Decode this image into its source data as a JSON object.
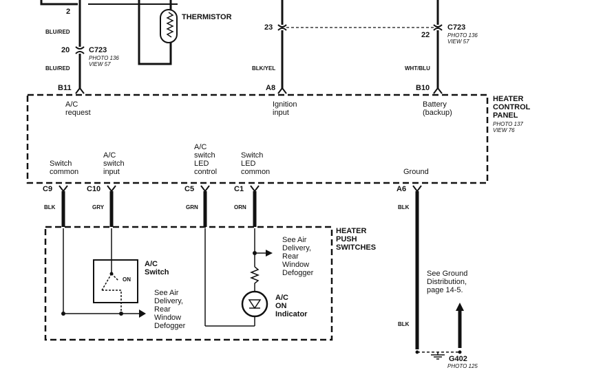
{
  "top": {
    "thermistor": "THERMISTOR",
    "pin_2": "2",
    "wire_blu_red_1": "BLU/RED",
    "pin_20": "20",
    "c723_left": "C723",
    "photo_136_left": "PHOTO 136",
    "view_57_left": "VIEW 57",
    "wire_blu_red_2": "BLU/RED",
    "pin_23": "23",
    "pin_22": "22",
    "c723_right": "C723",
    "photo_136_right": "PHOTO 136",
    "view_57_right": "VIEW 57",
    "wire_blk_yel": "BLK/YEL",
    "wire_wht_blu": "WHT/BLU"
  },
  "control_panel": {
    "pin_b11": "B11",
    "pin_a8": "A8",
    "pin_b10": "B10",
    "name": "HEATER\nCONTROL\nPANEL",
    "photo": "PHOTO 137",
    "view": "VIEW 76",
    "ac_request": "A/C\nrequest",
    "ignition_input": "Ignition\ninput",
    "battery_backup": "Battery\n(backup)",
    "switch_common": "Switch\ncommon",
    "ac_switch_input": "A/C\nswitch\ninput",
    "ac_switch_led_control": "A/C\nswitch\nLED\ncontrol",
    "switch_led_common": "Switch\nLED\ncommon",
    "ground": "Ground"
  },
  "connectors": {
    "c9": "C9",
    "c10": "C10",
    "c5": "C5",
    "c1": "C1",
    "a6": "A6",
    "wire_blk_c9": "BLK",
    "wire_gry": "GRY",
    "wire_grn": "GRN",
    "wire_orn": "ORN",
    "wire_blk_a6": "BLK",
    "wire_blk_lower": "BLK"
  },
  "push_switches": {
    "name": "HEATER\nPUSH\nSWITCHES",
    "ac_switch": "A/C\nSwitch",
    "on": "ON",
    "see_air_1": "See Air\nDelivery,\nRear\nWindow\nDefogger",
    "see_air_2": "See Air\nDelivery,\nRear\nWindow\nDefogger",
    "ac_on_indicator": "A/C\nON\nIndicator"
  },
  "ground": {
    "see_ground": "See Ground\nDistribution,\npage 14-5.",
    "g402": "G402",
    "photo_125": "PHOTO 125"
  }
}
